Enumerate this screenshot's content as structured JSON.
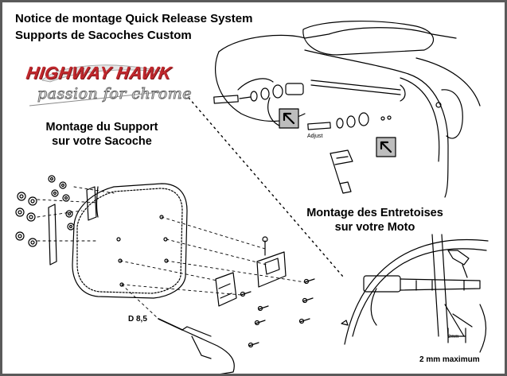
{
  "header": {
    "title_line1": "Notice de montage Quick Release System",
    "title_line2": "Supports de Sacoches Custom"
  },
  "logo": {
    "brand": "HIGHWAY HAWK",
    "tagline": "passion for chrome",
    "brand_color": "#c0282d"
  },
  "sections": {
    "support_heading_line1": "Montage du Support",
    "support_heading_line2": "sur votre Sacoche",
    "spacers_heading_line1": "Montage des Entretoises",
    "spacers_heading_line2": "sur votre Moto"
  },
  "labels": {
    "drill_size": "D 8,5",
    "adjust": "Adjust",
    "gap_small": "2mm",
    "gap_note": "2 mm maximum"
  },
  "colors": {
    "frame": "#5a5a5a",
    "line_art": "#000000",
    "marker_fill": "#bdbdbd"
  }
}
